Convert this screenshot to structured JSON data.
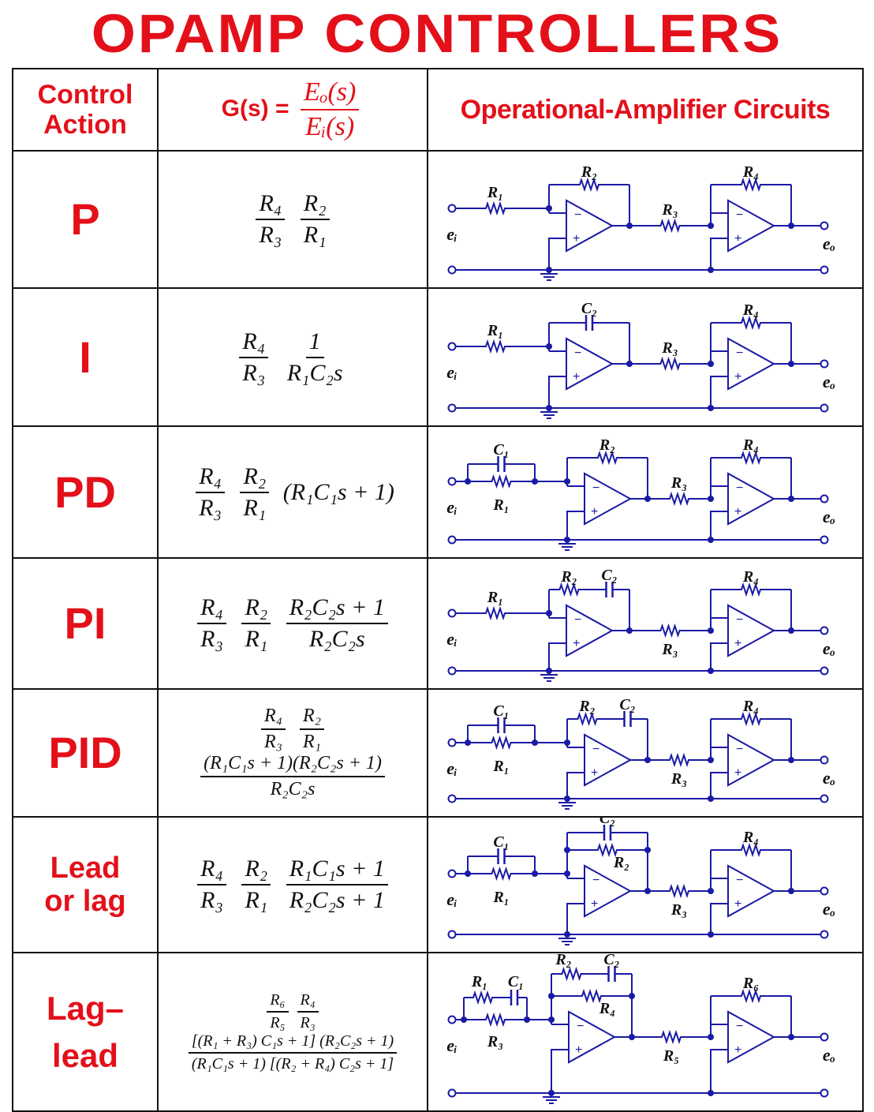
{
  "title": "OPAMP CONTROLLERS",
  "header": {
    "action_line1": "Control",
    "action_line2": "Action",
    "gs_prefix": "G(s) =",
    "gs_num": "Eₒ(s)",
    "gs_den": "Eᵢ(s)",
    "circuits": "Operational-Amplifier Circuits"
  },
  "rows": [
    {
      "action": "P",
      "tf": [
        {
          "num": "R₄",
          "den": "R₃"
        },
        {
          "num": "R₂",
          "den": "R₁"
        }
      ],
      "extra": ""
    },
    {
      "action": "I",
      "tf": [
        {
          "num": "R₄",
          "den": "R₃"
        },
        {
          "num": "1",
          "den": "R₁C₂s"
        }
      ],
      "extra": ""
    },
    {
      "action": "PD",
      "tf": [
        {
          "num": "R₄",
          "den": "R₃"
        },
        {
          "num": "R₂",
          "den": "R₁"
        }
      ],
      "extra": "(R₁C₁s + 1)"
    },
    {
      "action": "PI",
      "tf": [
        {
          "num": "R₄",
          "den": "R₃"
        },
        {
          "num": "R₂",
          "den": "R₁"
        },
        {
          "num": "R₂C₂s + 1",
          "den": "R₂C₂s"
        }
      ],
      "extra": ""
    },
    {
      "action": "PID",
      "tf": [
        {
          "num": "R₄",
          "den": "R₃"
        },
        {
          "num": "R₂",
          "den": "R₁"
        },
        {
          "num": "(R₁C₁s + 1)(R₂C₂s + 1)",
          "den": "R₂C₂s"
        }
      ],
      "extra": ""
    },
    {
      "action_line1": "Lead",
      "action_line2": "or lag",
      "tf": [
        {
          "num": "R₄",
          "den": "R₃"
        },
        {
          "num": "R₂",
          "den": "R₁"
        },
        {
          "num": "R₁C₁s + 1",
          "den": "R₂C₂s + 1"
        }
      ],
      "extra": ""
    },
    {
      "action": "Lag–lead",
      "tf": [
        {
          "num": "R₆",
          "den": "R₅"
        },
        {
          "num": "R₄",
          "den": "R₃"
        },
        {
          "num": "[(R₁ + R₃) C₁s + 1] (R₂C₂s + 1)",
          "den": "(R₁C₁s + 1) [(R₂ + R₄) C₂s + 1]"
        }
      ],
      "extra": ""
    }
  ],
  "labels": {
    "ei": "eᵢ",
    "eo": "eₒ",
    "R1": "R₁",
    "R2": "R₂",
    "R3": "R₃",
    "R4": "R₄",
    "R5": "R₅",
    "R6": "R₆",
    "C1": "C₁",
    "C2": "C₂",
    "minus": "−",
    "plus": "+"
  },
  "colors": {
    "accent": "#e3101a",
    "circuit": "#1a1aa6",
    "ink": "#111111"
  }
}
